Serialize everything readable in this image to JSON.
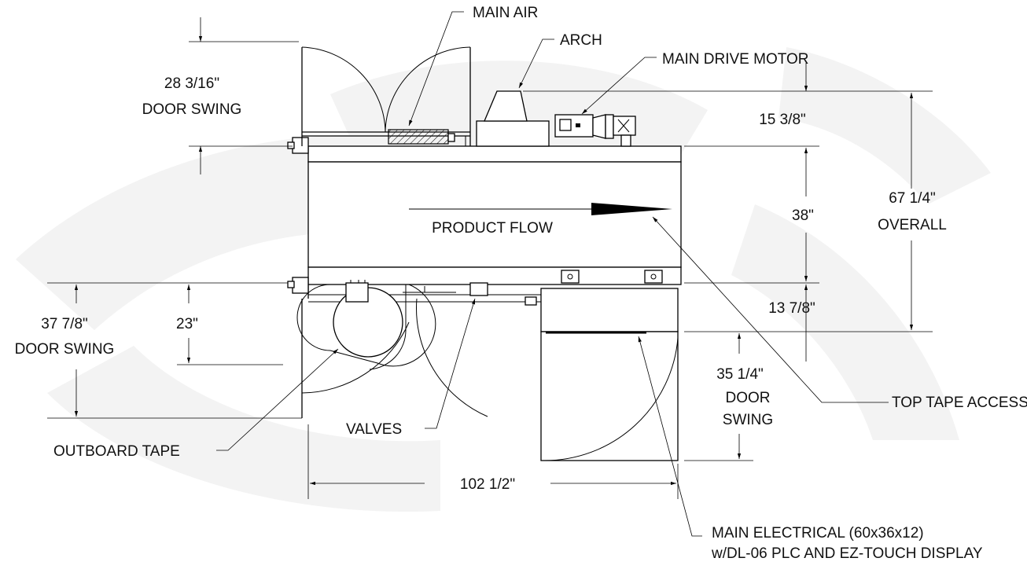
{
  "labels": {
    "main_air": "MAIN AIR",
    "arch": "ARCH",
    "main_drive_motor": "MAIN DRIVE MOTOR",
    "product_flow": "PRODUCT FLOW",
    "top_tape_access": "TOP TAPE ACCESS",
    "outboard_tape": "OUTBOARD TAPE",
    "valves": "VALVES",
    "main_electrical_line1": "MAIN ELECTRICAL (60x36x12)",
    "main_electrical_line2": "w/DL-06 PLC AND EZ-TOUCH DISPLAY"
  },
  "dimensions": {
    "top_door_swing_value": "28 3/16\"",
    "top_door_swing_label": "DOOR SWING",
    "arch_height": "15 3/8\"",
    "body_height": "38\"",
    "overall_value": "67 1/4\"",
    "overall_label": "OVERALL",
    "lower_section": "13 7/8\"",
    "left_door_swing_value": "37 7/8\"",
    "left_door_swing_label": "DOOR SWING",
    "tape_offset": "23\"",
    "right_door_swing_value": "35 1/4\"",
    "right_door_swing_label1": "DOOR",
    "right_door_swing_label2": "SWING",
    "width": "102 1/2\""
  }
}
